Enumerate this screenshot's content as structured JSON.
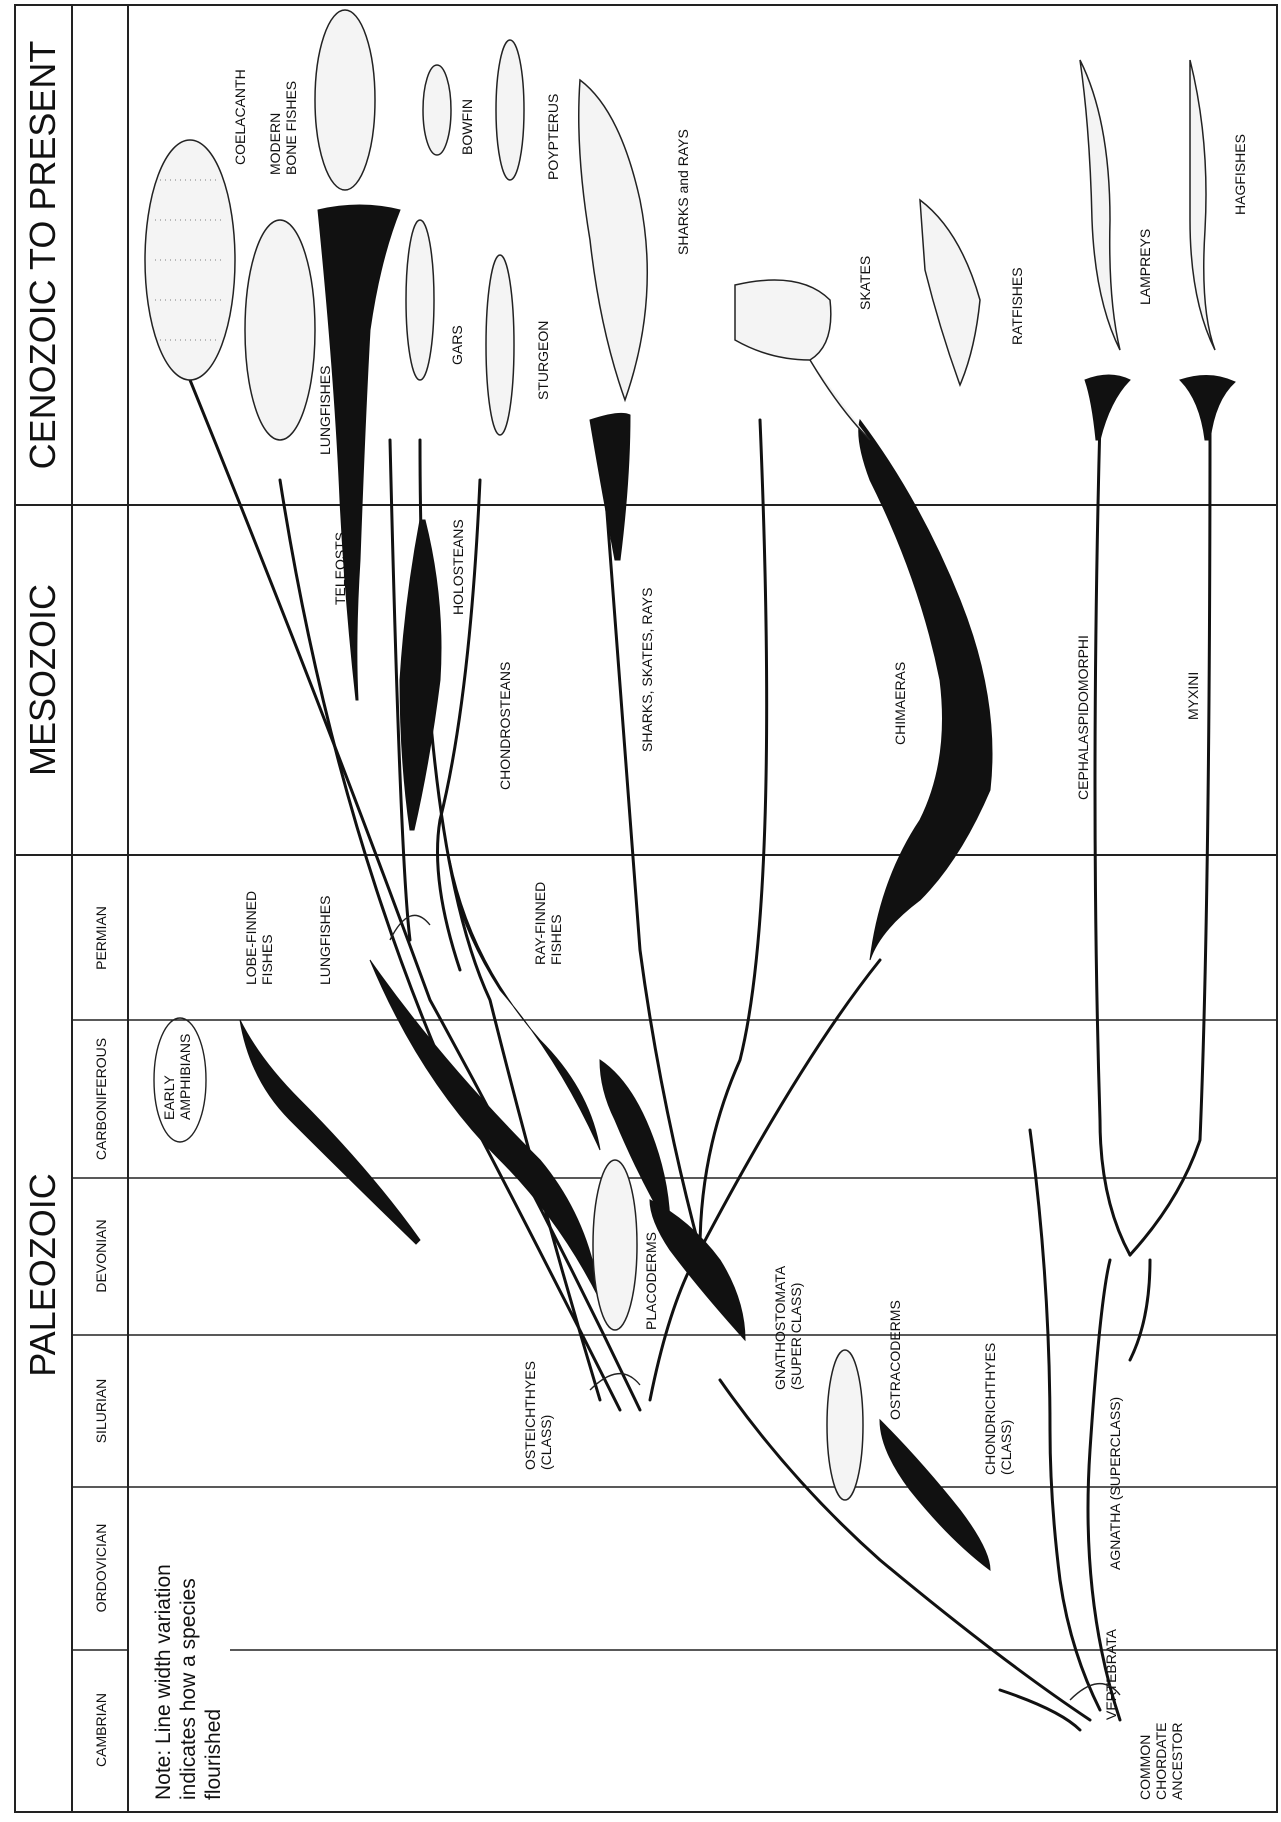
{
  "eras": {
    "paleozoic": "PALEOZOIC",
    "mesozoic": "MESOZOIC",
    "cenozoic": "CENOZOIC TO PRESENT"
  },
  "periods": {
    "cambrian": "CAMBRIAN",
    "ordovician": "ORDOVICIAN",
    "silurian": "SILURIAN",
    "devonian": "DEVONIAN",
    "carboniferous": "CARBONIFEROUS",
    "permian": "PERMIAN"
  },
  "note": {
    "line1": "Note:  Line width variation",
    "line2": "indicates how a species",
    "line3": "flourished"
  },
  "labels": {
    "ancestor": [
      "COMMON",
      "CHORDATE",
      "ANCESTOR"
    ],
    "vertebrata": "VERTEBRATA",
    "agnatha": "AGNATHA (SUPERCLASS)",
    "myxini": "MYXINI",
    "cephalaspidomorphi": "CEPHALASPIDOMORPHI",
    "gnathostomata": [
      "GNATHOSTOMATA",
      "(SUPER CLASS)"
    ],
    "ostracoderms": "OSTRACODERMS",
    "chondrichthyes": [
      "CHONDRICHTHYES",
      "(CLASS)"
    ],
    "osteichthyes": [
      "OSTEICHTHYES",
      "(CLASS)"
    ],
    "placoderms": "PLACODERMS",
    "early_amphibians": [
      "EARLY",
      "AMPHIBIANS"
    ],
    "lobe_finned": [
      "LOBE-FINNED",
      "FISHES"
    ],
    "lungfishes_branch": "LUNGFISHES",
    "ray_finned": [
      "RAY-FINNED",
      "FISHES"
    ],
    "teleosts": "TELEOSTS",
    "holosteans": "HOLOSTEANS",
    "chondrosteans": "CHONDROSTEANS",
    "sharks_skates_rays": "SHARKS, SKATES, RAYS",
    "chimaeras": "CHIMAERAS",
    "coelacanth": "COELACANTH",
    "modern_bone_fishes": [
      "MODERN",
      "BONE FISHES"
    ],
    "bowfin": "BOWFIN",
    "poypterus": "POYPTERUS",
    "lungfishes": "LUNGFISHES",
    "gars": "GARS",
    "sturgeon": "STURGEON",
    "sharks_and_rays": "SHARKS  and RAYS",
    "skates": "SKATES",
    "ratfishes": "RATFISHES",
    "lampreys": "LAMPREYS",
    "hagfishes": "HAGFISHES"
  }
}
